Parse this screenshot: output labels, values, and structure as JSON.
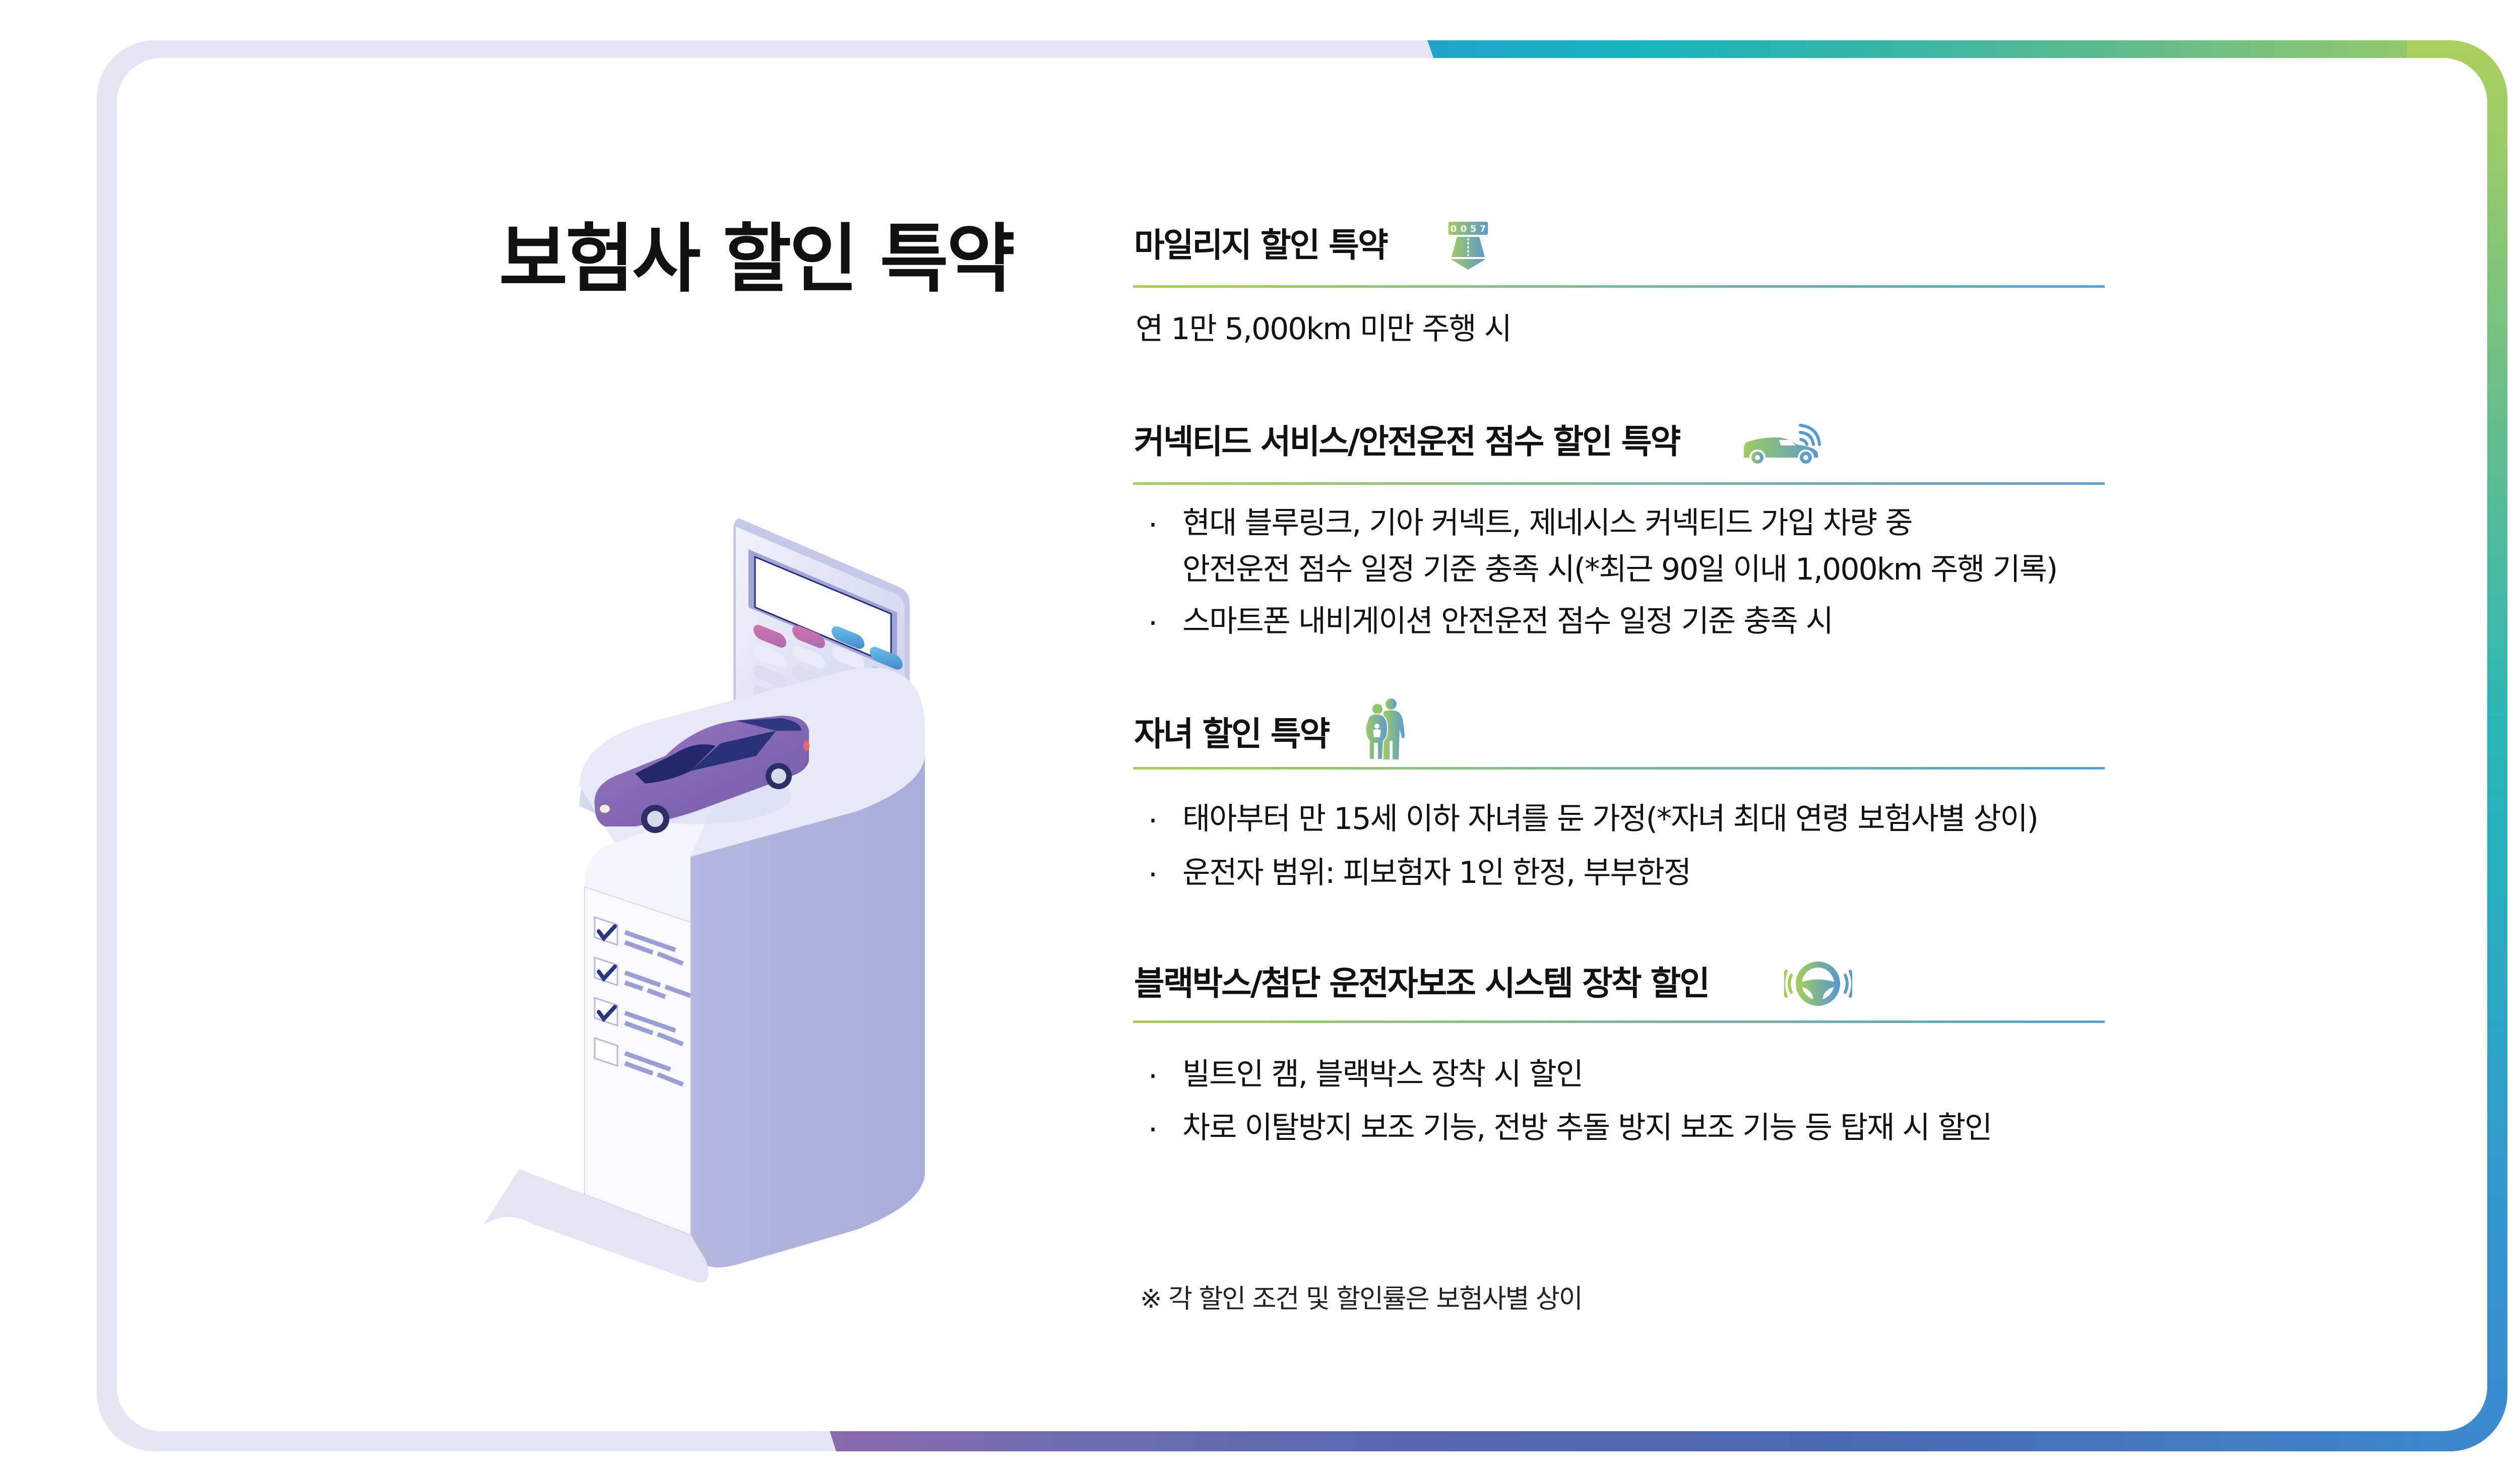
{
  "page": {
    "title": "보험사 할인 특약"
  },
  "sections": [
    {
      "title": "마일리지 할인 특약",
      "icon": "odometer-road-icon",
      "odometer_digits": [
        "0",
        "0",
        "5",
        "7"
      ],
      "body": "연 1만 5,000km 미만 주행 시"
    },
    {
      "title": "커넥티드 서비스/안전운전 점수 할인 특약",
      "icon": "connected-car-icon",
      "bullets": [
        {
          "dot": "·",
          "line1": "현대 블루링크, 기아 커넥트, 제네시스 커넥티드 가입 차량 중",
          "line2": "안전운전 점수 일정 기준 충족 시(*최근 90일 이내 1,000km 주행 기록)"
        },
        {
          "dot": "·",
          "line1": "스마트폰 내비게이션 안전운전 점수 일정 기준 충족 시"
        }
      ]
    },
    {
      "title": "자녀 할인 특약",
      "icon": "family-icon",
      "bullets": [
        {
          "dot": "·",
          "line1": "태아부터 만 15세 이하 자녀를 둔 가정(*자녀 최대 연령 보험사별 상이)"
        },
        {
          "dot": "·",
          "line1": "운전자 범위: 피보험자 1인 한정, 부부한정"
        }
      ]
    },
    {
      "title": "블랙박스/첨단 운전자보조 시스템 장착 할인",
      "icon": "steering-wheel-icon",
      "bullets": [
        {
          "dot": "·",
          "line1": "빌트인 캠, 블랙박스 장착 시 할인"
        },
        {
          "dot": "·",
          "line1": "차로 이탈방지 보조 기능, 전방 추돌 방지 보조 기능 등 탑재 시 할인"
        }
      ]
    }
  ],
  "footnote": "※ 각 할인 조건 및 할인률은 보험사별 상이",
  "illustration": {
    "name": "car-on-calculator-checklist-illustration",
    "checklist_states": [
      true,
      true,
      true,
      false
    ]
  },
  "colors": {
    "frame_base": "#E4E6F4",
    "accent_green": "#A9CF5E",
    "accent_teal": "#1FB4BC",
    "accent_blue": "#3A8ACF",
    "accent_purple": "#8A6BAE",
    "car_purple": "#8A6BB0",
    "text": "#111111"
  }
}
